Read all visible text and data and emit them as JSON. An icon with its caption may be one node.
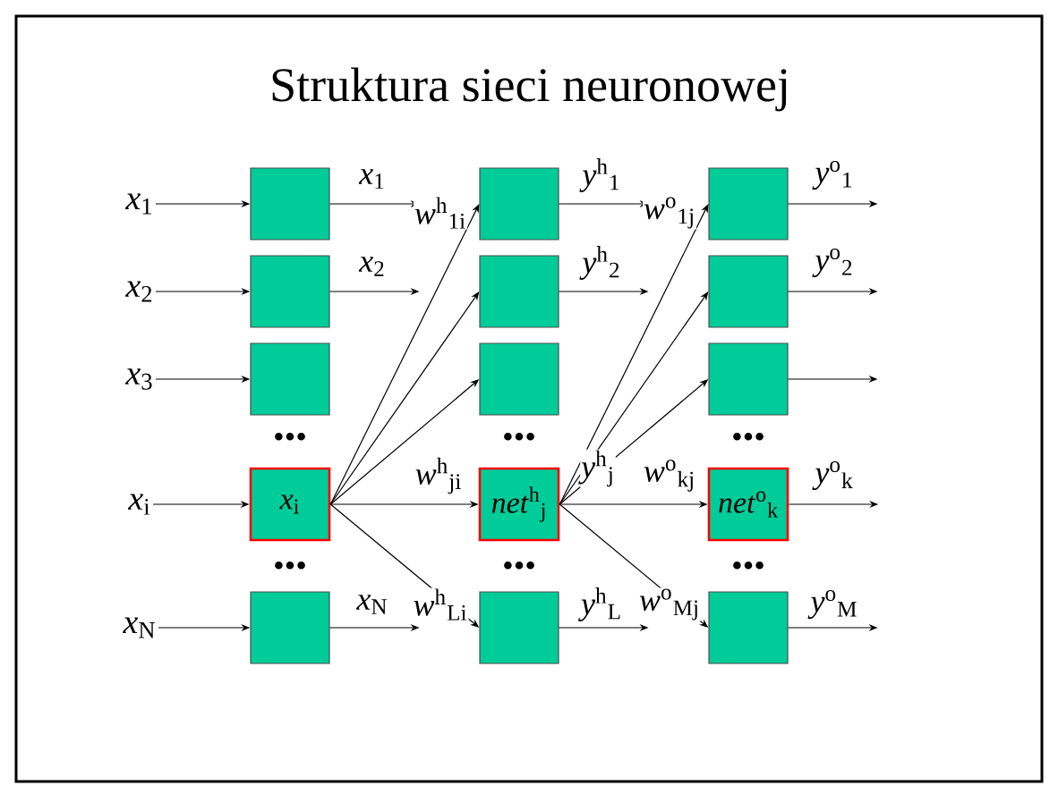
{
  "diagram": {
    "title": "Struktura sieci neuronowej",
    "nodes": [
      {
        "text": [
          "*x*$_{1}$"
        ]
      },
      {
        "text": [
          "*x*$_{2}$"
        ]
      },
      {
        "text": [
          "*x*$_{3}$"
        ]
      },
      {
        "text": [
          "*x*$_{i}$"
        ]
      },
      {
        "text": [
          "*x*$_{N}$"
        ]
      },
      {
        "text": [],
        "shape": "box"
      },
      {
        "text": [],
        "shape": "box"
      },
      {
        "text": [],
        "shape": "box"
      },
      {
        "text": [
          "*x*$_{i}$"
        ]
      },
      {
        "text": [],
        "shape": "box"
      },
      {
        "text": [],
        "shape": "box"
      },
      {
        "text": [],
        "shape": "box"
      },
      {
        "text": [],
        "shape": "box"
      },
      {
        "text": [
          "*net*$^{h}$$_{j}$"
        ]
      },
      {
        "text": [],
        "shape": "box"
      },
      {
        "text": [],
        "shape": "box"
      },
      {
        "text": [],
        "shape": "box"
      },
      {
        "text": [],
        "shape": "box"
      },
      {
        "text": [
          "*net*$^{o}$$_{k}$"
        ]
      },
      {
        "text": [],
        "shape": "box"
      }
    ],
    "edges": [
      {
        "from": 0,
        "to": 5,
        "arrow": "to"
      },
      {
        "from": 1,
        "to": 6,
        "arrow": "to"
      },
      {
        "from": 2,
        "to": 7,
        "arrow": "to"
      },
      {
        "from": 3,
        "to": 8,
        "arrow": "to"
      },
      {
        "from": 4,
        "to": 9,
        "arrow": "to"
      },
      {
        "from": 5,
        "to": null,
        "arrow": "to",
        "label": "*x*$_{1}$"
      },
      {
        "from": 6,
        "to": null,
        "arrow": "to",
        "label": "*x*$_{2}$"
      },
      {
        "from": 9,
        "to": null,
        "arrow": "to",
        "label": "*x*$_{N}$"
      },
      {
        "from": 8,
        "to": 10,
        "arrow": "to",
        "label": "*w*$^{h}$$_{1i}$"
      },
      {
        "from": 8,
        "to": 11,
        "arrow": "to"
      },
      {
        "from": 8,
        "to": 12,
        "arrow": "to"
      },
      {
        "from": 8,
        "to": 13,
        "arrow": "to",
        "label": "*w*$^{h}$$_{ji}$"
      },
      {
        "from": 8,
        "to": 14,
        "arrow": "to",
        "label": "*w*$^{h}$$_{Li}$"
      },
      {
        "from": 10,
        "to": null,
        "arrow": "to",
        "label": "*y*$^{h}$$_{1}$"
      },
      {
        "from": 11,
        "to": null,
        "arrow": "to",
        "label": "*y*$^{h}$$_{2}$"
      },
      {
        "from": 14,
        "to": null,
        "arrow": "to",
        "label": "*y*$^{h}$$_{L}$"
      },
      {
        "from": 13,
        "to": 15,
        "arrow": "to",
        "label": "*w*$^{o}$$_{1j}$"
      },
      {
        "from": 13,
        "to": 16,
        "arrow": "to"
      },
      {
        "from": 13,
        "to": 17,
        "arrow": "to"
      },
      {
        "from": 13,
        "to": 18,
        "arrow": "to",
        "label": "*w*$^{o}$$_{kj}$"
      },
      {
        "from": 13,
        "to": 19,
        "arrow": "to",
        "label": "*w*$^{o}$$_{Mj}$"
      },
      {
        "from": 15,
        "to": null,
        "arrow": "to",
        "label": "*y*$^{o}$$_{1}$"
      },
      {
        "from": 16,
        "to": null,
        "arrow": "to",
        "label": "*y*$^{o}$$_{2}$"
      },
      {
        "from": 17,
        "to": null,
        "arrow": "to"
      },
      {
        "from": 18,
        "to": null,
        "arrow": "to",
        "label": "*y*$^{o}$$_{k}$"
      },
      {
        "from": 19,
        "to": null,
        "arrow": "to",
        "label": "*y*$^{o}$$_{M}$"
      }
    ],
    "labels": [
      "•••",
      "•••",
      "•••",
      "*y*$^{h}$$_{j}$",
      "•••",
      "•••",
      "•••"
    ]
  }
}
